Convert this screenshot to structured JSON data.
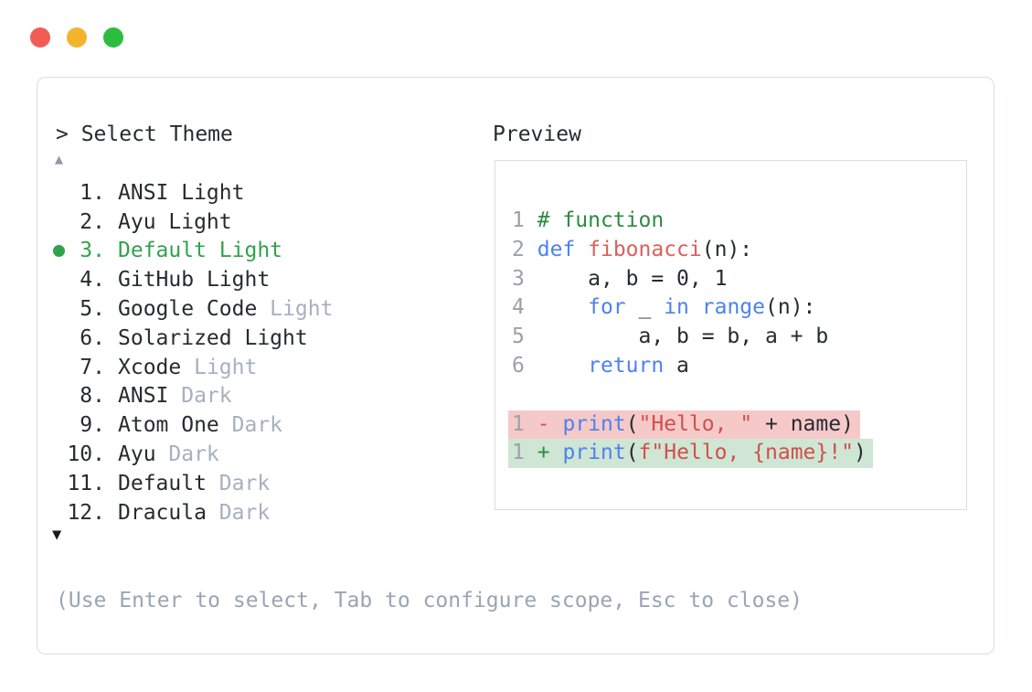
{
  "window_controls": [
    {
      "name": "close",
      "color": "#f25c54"
    },
    {
      "name": "minimize",
      "color": "#f3b42d"
    },
    {
      "name": "zoom",
      "color": "#2cbd40"
    }
  ],
  "selector": {
    "prompt": "> Select Theme",
    "scroll_up_indicator": "▲",
    "scroll_down_indicator": "▼",
    "items": [
      {
        "number": "1.",
        "name": "ANSI",
        "suffix": "Light",
        "suffix_muted": false,
        "selected": false
      },
      {
        "number": "2.",
        "name": "Ayu",
        "suffix": "Light",
        "suffix_muted": false,
        "selected": false
      },
      {
        "number": "3.",
        "name": "Default",
        "suffix": "Light",
        "suffix_muted": false,
        "selected": true
      },
      {
        "number": "4.",
        "name": "GitHub",
        "suffix": "Light",
        "suffix_muted": false,
        "selected": false
      },
      {
        "number": "5.",
        "name": "Google Code",
        "suffix": "Light",
        "suffix_muted": true,
        "selected": false
      },
      {
        "number": "6.",
        "name": "Solarized",
        "suffix": "Light",
        "suffix_muted": false,
        "selected": false
      },
      {
        "number": "7.",
        "name": "Xcode",
        "suffix": "Light",
        "suffix_muted": true,
        "selected": false
      },
      {
        "number": "8.",
        "name": "ANSI",
        "suffix": "Dark",
        "suffix_muted": true,
        "selected": false
      },
      {
        "number": "9.",
        "name": "Atom One",
        "suffix": "Dark",
        "suffix_muted": true,
        "selected": false
      },
      {
        "number": "10.",
        "name": "Ayu",
        "suffix": "Dark",
        "suffix_muted": true,
        "selected": false
      },
      {
        "number": "11.",
        "name": "Default",
        "suffix": "Dark",
        "suffix_muted": true,
        "selected": false
      },
      {
        "number": "12.",
        "name": "Dracula",
        "suffix": "Dark",
        "suffix_muted": true,
        "selected": false
      }
    ],
    "hint": "(Use Enter to select, Tab to configure scope, Esc to close)"
  },
  "preview": {
    "title": "Preview",
    "code_lines": [
      {
        "type": "normal",
        "tokens": [
          [
            "1",
            "ln"
          ],
          [
            " ",
            "plain"
          ],
          [
            "# function",
            "comment"
          ]
        ]
      },
      {
        "type": "normal",
        "tokens": [
          [
            "2",
            "ln"
          ],
          [
            " ",
            "plain"
          ],
          [
            "def",
            "kw"
          ],
          [
            " ",
            "plain"
          ],
          [
            "fibonacci",
            "fn"
          ],
          [
            "(n):",
            "plain"
          ]
        ]
      },
      {
        "type": "normal",
        "tokens": [
          [
            "3",
            "ln"
          ],
          [
            " ",
            "plain"
          ],
          [
            "    a, b = 0, 1",
            "plain"
          ]
        ]
      },
      {
        "type": "normal",
        "tokens": [
          [
            "4",
            "ln"
          ],
          [
            " ",
            "plain"
          ],
          [
            "    ",
            "plain"
          ],
          [
            "for",
            "kw"
          ],
          [
            " _ ",
            "plain"
          ],
          [
            "in",
            "kw"
          ],
          [
            " ",
            "plain"
          ],
          [
            "range",
            "kw"
          ],
          [
            "(n):",
            "plain"
          ]
        ]
      },
      {
        "type": "normal",
        "tokens": [
          [
            "5",
            "ln"
          ],
          [
            " ",
            "plain"
          ],
          [
            "        a, b = b, a + b",
            "plain"
          ]
        ]
      },
      {
        "type": "normal",
        "tokens": [
          [
            "6",
            "ln"
          ],
          [
            " ",
            "plain"
          ],
          [
            "    ",
            "plain"
          ],
          [
            "return",
            "kw"
          ],
          [
            " a",
            "plain"
          ]
        ]
      },
      {
        "type": "blank",
        "tokens": []
      },
      {
        "type": "del",
        "tokens": [
          [
            "1",
            "ln"
          ],
          [
            " ",
            "plain"
          ],
          [
            "-",
            "minus"
          ],
          [
            " ",
            "plain"
          ],
          [
            "print",
            "kw"
          ],
          [
            "(",
            "plain"
          ],
          [
            "\"Hello, \"",
            "str"
          ],
          [
            " + name)",
            "plain"
          ]
        ]
      },
      {
        "type": "add",
        "tokens": [
          [
            "1",
            "ln"
          ],
          [
            " ",
            "plain"
          ],
          [
            "+",
            "plus"
          ],
          [
            " ",
            "plain"
          ],
          [
            "print",
            "kw"
          ],
          [
            "(",
            "plain"
          ],
          [
            "f\"Hello, {name}!\"",
            "str"
          ],
          [
            ")",
            "plain"
          ]
        ]
      }
    ]
  },
  "colors": {
    "text": "#272b31",
    "border": "#d9dde4",
    "selected_green": "#31a24c",
    "muted": "#a6b0bf",
    "hint": "#9aa4b4",
    "scroll_up": "#8e99a9",
    "scroll_down": "#17191d",
    "line_number": "#9aa1ab",
    "comment": "#2e8b3e",
    "keyword": "#4d82ee",
    "function_name": "#d9605c",
    "string": "#d14f4b",
    "diff_minus": "#d5534f",
    "diff_plus": "#2e8b3e",
    "diff_del_bg": "#f6c9c9",
    "diff_add_bg": "#cfe6d4"
  }
}
